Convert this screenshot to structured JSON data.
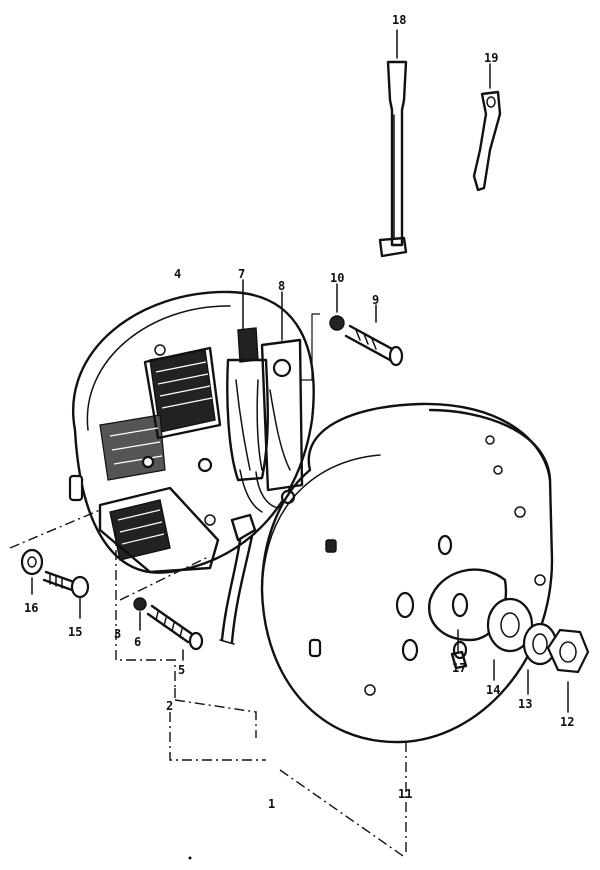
{
  "diagram": {
    "callouts": [
      {
        "id": "p1",
        "text": "1"
      },
      {
        "id": "p2",
        "text": "2"
      },
      {
        "id": "p3",
        "text": "3"
      },
      {
        "id": "p4",
        "text": "4"
      },
      {
        "id": "p5",
        "text": "5"
      },
      {
        "id": "p6",
        "text": "6"
      },
      {
        "id": "p7",
        "text": "7"
      },
      {
        "id": "p8",
        "text": "8"
      },
      {
        "id": "p9",
        "text": "9"
      },
      {
        "id": "p10",
        "text": "10"
      },
      {
        "id": "p11",
        "text": "11"
      },
      {
        "id": "p12",
        "text": "12"
      },
      {
        "id": "p13",
        "text": "13"
      },
      {
        "id": "p14",
        "text": "14"
      },
      {
        "id": "p15",
        "text": "15"
      },
      {
        "id": "p16",
        "text": "16"
      },
      {
        "id": "p17",
        "text": "17"
      },
      {
        "id": "p18",
        "text": "18"
      },
      {
        "id": "p19",
        "text": "19"
      }
    ],
    "colors": {
      "ink": "#111111",
      "paper": "#ffffff"
    }
  }
}
